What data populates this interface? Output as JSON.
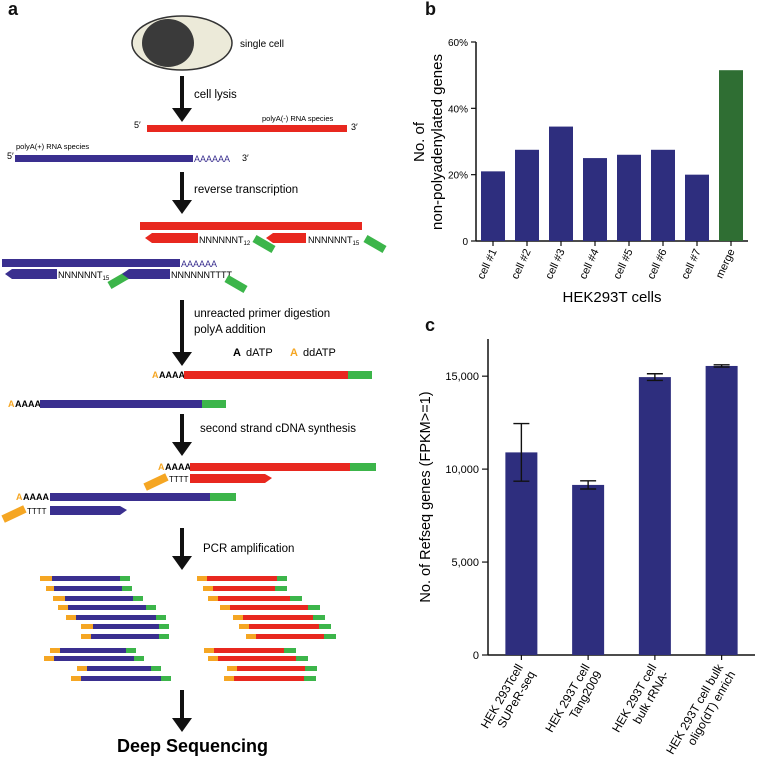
{
  "panel_a": {
    "letter": "a",
    "single_cell": "single cell",
    "cell_lysis": "cell lysis",
    "five_prime": "5′",
    "three_prime": "3′",
    "polyA_minus": "polyA(-) RNA species",
    "polyA_plus": "polyA(+) RNA species",
    "polyA_tail": "AAAAAA",
    "reverse_transcription": "reverse transcription",
    "primer_n12": "NNNNNNT",
    "sub_12": "12",
    "primer_n15": "NNNNNNT",
    "sub_15": "15",
    "primer_n15b": "NNNNNNT",
    "primer_nttt": "NNNNNNTTTT",
    "unreacted_digestion": "unreacted primer digestion",
    "polyA_addition": "polyA addition",
    "legend_A": "A",
    "legend_dATP": "dATP",
    "legend_ddATP": "ddATP",
    "aaaaa": "AAAAA",
    "a_orange": "A",
    "aaaa": "AAAA",
    "tttt": "TTTT",
    "second_strand": "second strand cDNA synthesis",
    "pcr": "PCR amplification",
    "deep_seq": "Deep Sequencing",
    "colors": {
      "red": "#e8281f",
      "blue": "#3a2f8f",
      "green": "#3cb54a",
      "orange": "#f5a623"
    }
  },
  "panel_b": {
    "letter": "b",
    "chart_data": {
      "type": "bar",
      "categories": [
        "cell #1",
        "cell #2",
        "cell #3",
        "cell #4",
        "cell #5",
        "cell #6",
        "cell #7",
        "merge"
      ],
      "values": [
        21,
        27.5,
        34.5,
        25,
        26,
        27.5,
        20,
        51.5
      ],
      "colors": [
        "#2e2e7e",
        "#2e2e7e",
        "#2e2e7e",
        "#2e2e7e",
        "#2e2e7e",
        "#2e2e7e",
        "#2e2e7e",
        "#2f6e33"
      ],
      "ylabel": "No. of\nnon-polyadenylated genes",
      "ylabel_line1": "No. of",
      "ylabel_line2": "non-polyadenylated genes",
      "xlabel": "HEK293T cells",
      "ylim": [
        0,
        60
      ],
      "yticks": [
        0,
        20,
        40,
        60
      ],
      "ytick_labels": [
        "0",
        "20%",
        "40%",
        "60%"
      ]
    }
  },
  "panel_c": {
    "letter": "c",
    "chart_data": {
      "type": "bar",
      "categories": [
        "HEK 293Tcell SUPeR-seq",
        "HEK 293T cell Tang2009",
        "HEK 293T cell bulk rRNA-",
        "HEK 293T cell bulk oligo(dT) enrich"
      ],
      "category_lines": [
        [
          "HEK 293Tcell",
          "SUPeR-seq"
        ],
        [
          "HEK 293T cell",
          "Tang2009"
        ],
        [
          "HEK 293T cell",
          "bulk rRNA-"
        ],
        [
          "HEK 293T cell bulk",
          "oligo(dT) enrich"
        ]
      ],
      "values": [
        10900,
        9150,
        14950,
        15550
      ],
      "errors": [
        1550,
        220,
        180,
        60
      ],
      "ylabel": "No. of Refseq genes (FPKM>=1)",
      "ylim": [
        0,
        17000
      ],
      "yticks": [
        0,
        5000,
        10000,
        15000
      ],
      "ytick_labels": [
        "0",
        "5,000",
        "10,000",
        "15,000"
      ],
      "bar_color": "#2e2e7e"
    }
  }
}
